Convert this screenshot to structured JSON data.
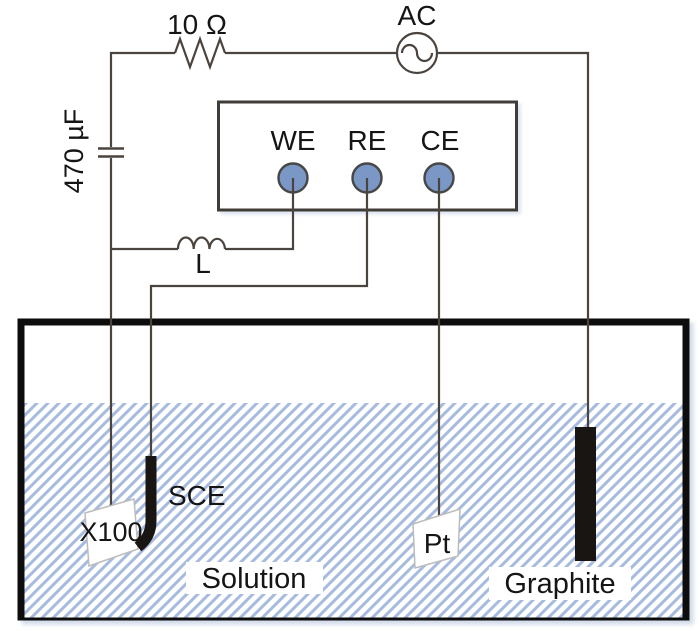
{
  "figure": {
    "description": "Electrochemical test cell schematic"
  },
  "circuit": {
    "resistor_label": "10 Ω",
    "capacitor_label": "470 µF",
    "ac_source_label": "AC",
    "inductor_label": "L",
    "potentiostat": {
      "terminals": [
        {
          "label": "WE"
        },
        {
          "label": "RE"
        },
        {
          "label": "CE"
        }
      ]
    }
  },
  "cell": {
    "sample_label": "X100",
    "reference_label": "SCE",
    "counter_label": "Pt",
    "graphite_label": "Graphite",
    "solution_label": "Solution"
  },
  "colors": {
    "wire": "#4b433e",
    "terminal_fill": "#7b97c6",
    "terminal_stroke": "#474747",
    "hatch_stroke": "#a7bbdf",
    "tank_stroke": "#0e0e0e",
    "electrode_fill": "#181512",
    "plate_stroke": "#bcbcbc",
    "box_stroke": "#3f3c39"
  }
}
